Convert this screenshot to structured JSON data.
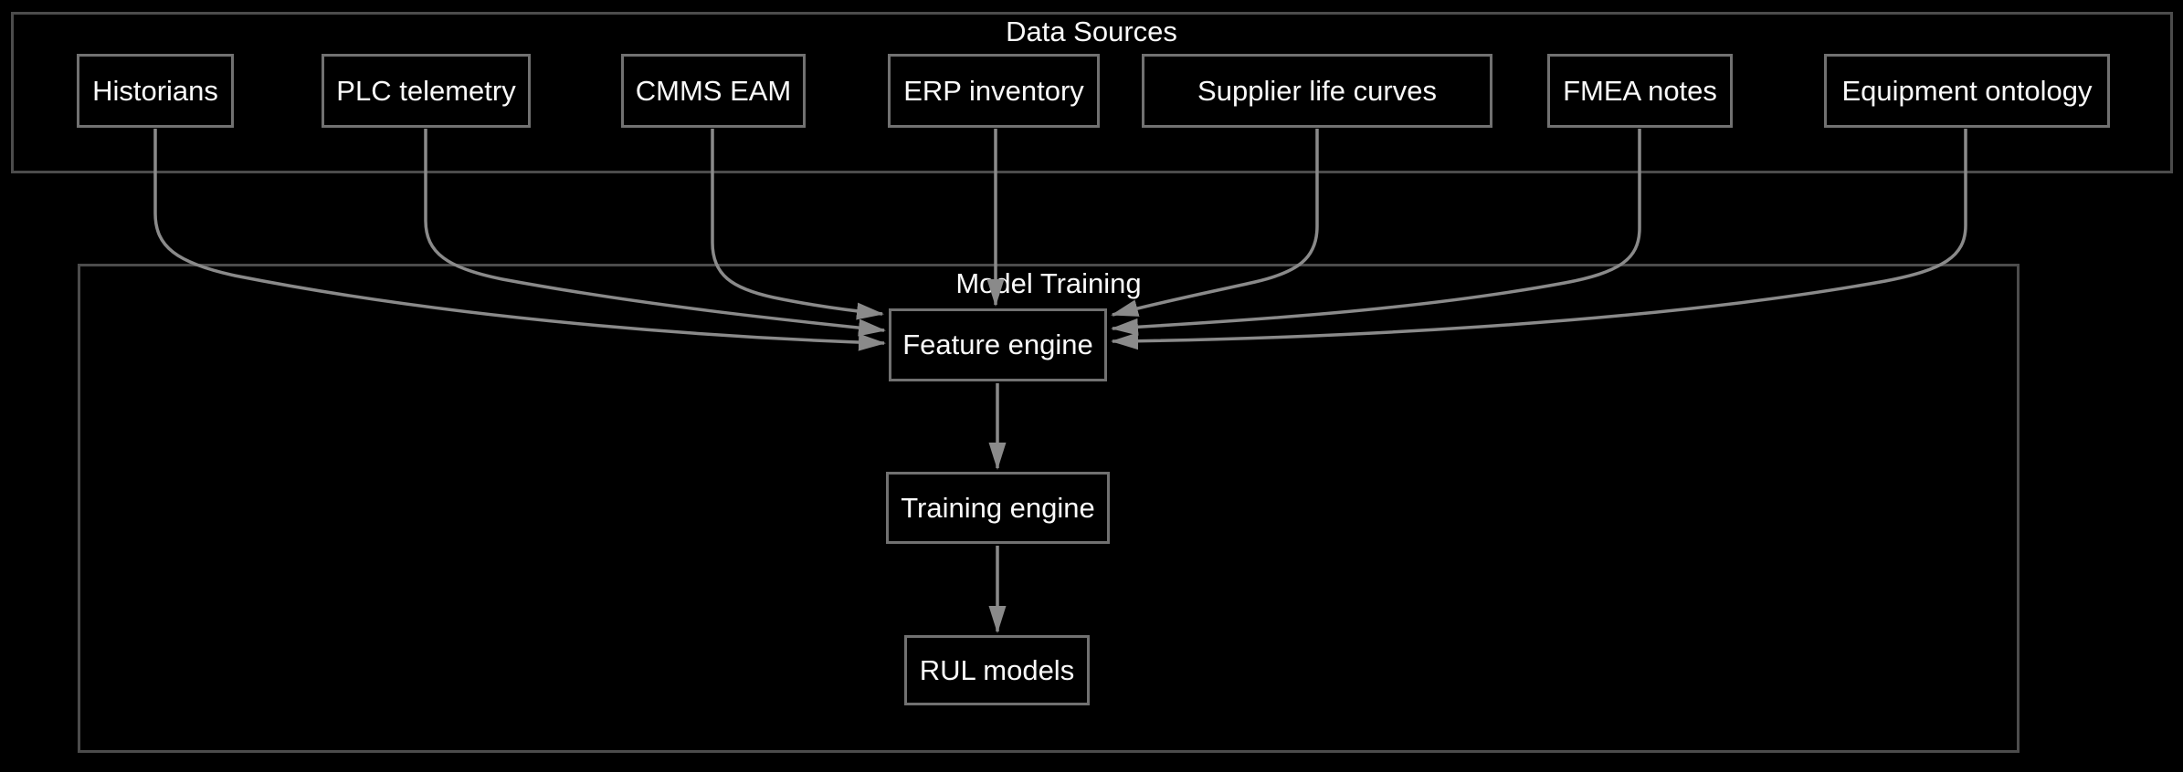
{
  "colors": {
    "background": "#000000",
    "edge": "#8a8a8a",
    "node_border": "#717171",
    "cluster_border": "#4c4c4c",
    "text": "#fafafa"
  },
  "clusters": [
    {
      "label": "Data Sources",
      "nodes": [
        {
          "label": "Historians"
        },
        {
          "label": "PLC telemetry"
        },
        {
          "label": "CMMS EAM"
        },
        {
          "label": "ERP inventory"
        },
        {
          "label": "Supplier life curves"
        },
        {
          "label": "FMEA notes"
        },
        {
          "label": "Equipment ontology"
        }
      ]
    },
    {
      "label": "Model Training",
      "nodes": [
        {
          "label": "Feature engine"
        },
        {
          "label": "Training engine"
        },
        {
          "label": "RUL models"
        }
      ]
    }
  ],
  "edges": [
    {
      "from": "Historians",
      "to": "Feature engine"
    },
    {
      "from": "PLC telemetry",
      "to": "Feature engine"
    },
    {
      "from": "CMMS EAM",
      "to": "Feature engine"
    },
    {
      "from": "ERP inventory",
      "to": "Feature engine"
    },
    {
      "from": "Supplier life curves",
      "to": "Feature engine"
    },
    {
      "from": "FMEA notes",
      "to": "Feature engine"
    },
    {
      "from": "Equipment ontology",
      "to": "Feature engine"
    },
    {
      "from": "Feature engine",
      "to": "Training engine"
    },
    {
      "from": "Training engine",
      "to": "RUL models"
    }
  ]
}
